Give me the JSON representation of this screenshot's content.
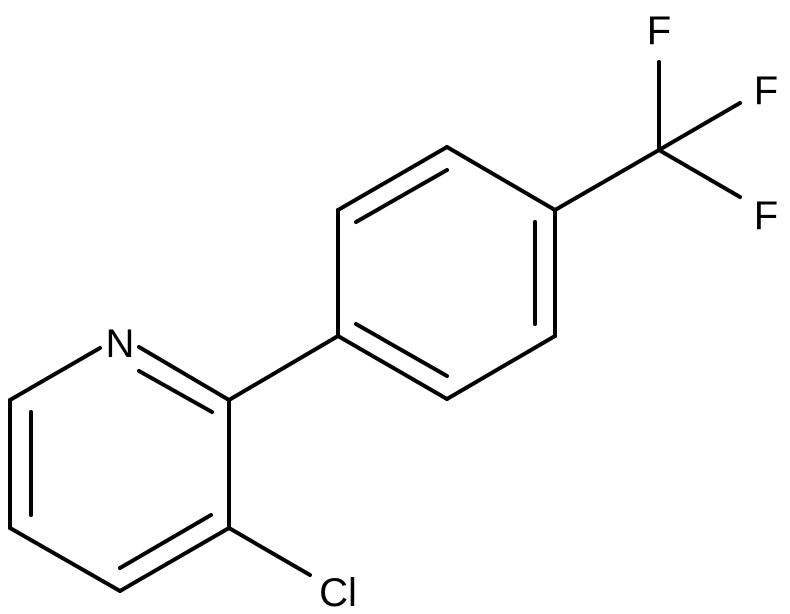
{
  "molecule": {
    "atoms": {
      "nitrogen": "N",
      "chlorine": "Cl",
      "fluorine_1": "F",
      "fluorine_2": "F",
      "fluorine_3": "F"
    }
  },
  "colors": {
    "background": "#ffffff",
    "bond": "#000000",
    "label": "#000000"
  }
}
